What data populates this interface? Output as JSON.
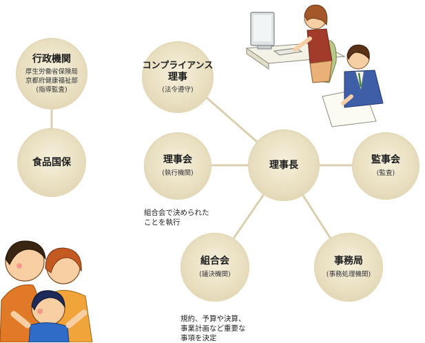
{
  "nodes": {
    "gyosei": {
      "title": "行政機関",
      "lines": [
        "厚生労働省保険局",
        "京都府健康福祉部",
        "(指導監査)"
      ]
    },
    "kokuho": {
      "title": "食品国保"
    },
    "compliance": {
      "title_1": "コンプライアンス",
      "title_2": "理事",
      "sub": "(法令遵守)"
    },
    "rijikai": {
      "title": "理事会",
      "sub": "(執行機関)"
    },
    "rijicho": {
      "title": "理事長"
    },
    "kanjikai": {
      "title": "監事会",
      "sub": "(監査)"
    },
    "kumiaikai": {
      "title": "組合会",
      "sub": "(議決機関)"
    },
    "jimukyoku": {
      "title": "事務局",
      "sub": "(事務処理機関)"
    }
  },
  "notes": {
    "rijikai_note": [
      "組合会で決められた",
      "ことを執行"
    ],
    "kumiaikai_note": [
      "規約、予算や決算、",
      "事業計画など重要な",
      "事項を決定"
    ]
  },
  "colors": {
    "node_fill": "#ece3c6",
    "connector": "#d8cfae"
  },
  "illustrations": [
    "office-workers-illustration",
    "family-illustration"
  ]
}
